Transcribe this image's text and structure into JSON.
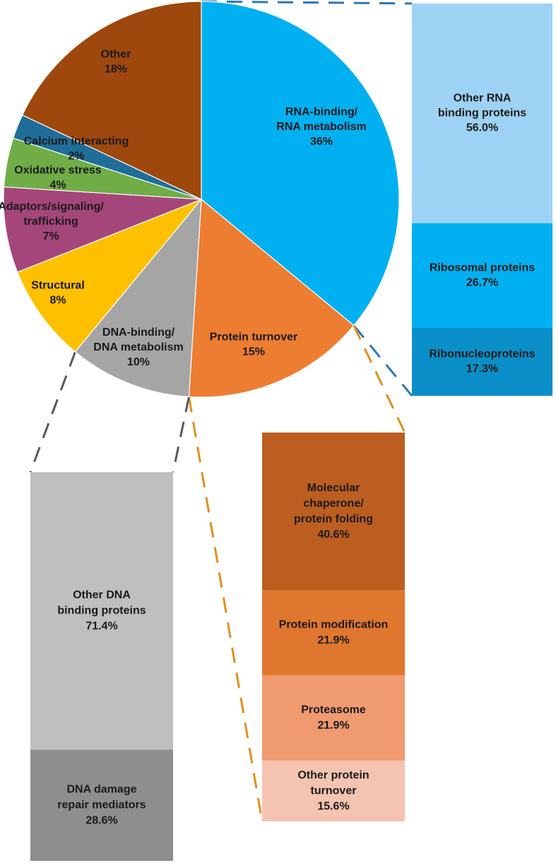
{
  "chart_data": [
    {
      "type": "pie",
      "categories": [
        "RNA-binding/ RNA metabolism",
        "Protein turnover",
        "DNA-binding/ DNA metabolism",
        "Structural",
        "Adaptors/signaling/ trafficking",
        "Oxidative stress",
        "Calcium interacting",
        "Other"
      ],
      "label_lines": [
        [
          "RNA-binding/",
          "RNA metabolism"
        ],
        [
          "Protein turnover"
        ],
        [
          "DNA-binding/",
          "DNA metabolism"
        ],
        [
          "Structural"
        ],
        [
          "Adaptors/signaling/",
          "trafficking"
        ],
        [
          "Oxidative stress"
        ],
        [
          "Calcium interacting"
        ],
        [
          "Other"
        ]
      ],
      "value_labels": [
        "36%",
        "15%",
        "10%",
        "8%",
        "7%",
        "4%",
        "2%",
        "18%"
      ],
      "values": [
        36,
        15,
        10,
        8,
        7,
        4,
        2,
        18
      ],
      "colors": [
        "#00b0f0",
        "#ed7d31",
        "#a5a5a5",
        "#ffc000",
        "#a5467a",
        "#70ad47",
        "#1f6e99",
        "#9e480e"
      ],
      "start": "12 o'clock",
      "direction": "clockwise"
    },
    {
      "type": "bar",
      "stacked": true,
      "parent": "RNA-binding/ RNA metabolism",
      "categories": [
        "Other RNA binding proteins",
        "Ribosomal proteins",
        "Ribonucleoproteins"
      ],
      "label_lines": [
        [
          "Other RNA",
          "binding proteins"
        ],
        [
          "Ribosomal proteins"
        ],
        [
          "Ribonucleoproteins"
        ]
      ],
      "value_labels": [
        "56.0%",
        "26.7%",
        "17.3%"
      ],
      "values": [
        56.0,
        26.7,
        17.3
      ],
      "colors": [
        "#9ed2f5",
        "#00b0f0",
        "#0a8fc8"
      ],
      "connector_color": "#2e75b6"
    },
    {
      "type": "bar",
      "stacked": true,
      "parent": "Protein turnover",
      "categories": [
        "Molecular chaperone/ protein folding",
        "Protein modification",
        "Proteasome",
        "Other protein turnover"
      ],
      "label_lines": [
        [
          "Molecular",
          "chaperone/",
          "protein folding"
        ],
        [
          "Protein modification"
        ],
        [
          "Proteasome"
        ],
        [
          "Other protein",
          "turnover"
        ]
      ],
      "value_labels": [
        "40.6%",
        "21.9%",
        "21.9%",
        "15.6%"
      ],
      "values": [
        40.6,
        21.9,
        21.9,
        15.6
      ],
      "colors": [
        "#bd5e21",
        "#e0772e",
        "#f09a70",
        "#f5c4b0"
      ],
      "connector_color": "#e09020"
    },
    {
      "type": "bar",
      "stacked": true,
      "parent": "DNA-binding/ DNA metabolism",
      "categories": [
        "Other DNA binding proteins",
        "DNA damage repair mediators"
      ],
      "label_lines": [
        [
          "Other DNA",
          "binding proteins"
        ],
        [
          "DNA damage",
          "repair mediators"
        ]
      ],
      "value_labels": [
        "71.4%",
        "28.6%"
      ],
      "values": [
        71.4,
        28.6
      ],
      "colors": [
        "#bfbfbf",
        "#8e8e8e"
      ],
      "connector_color": "#595959"
    }
  ]
}
